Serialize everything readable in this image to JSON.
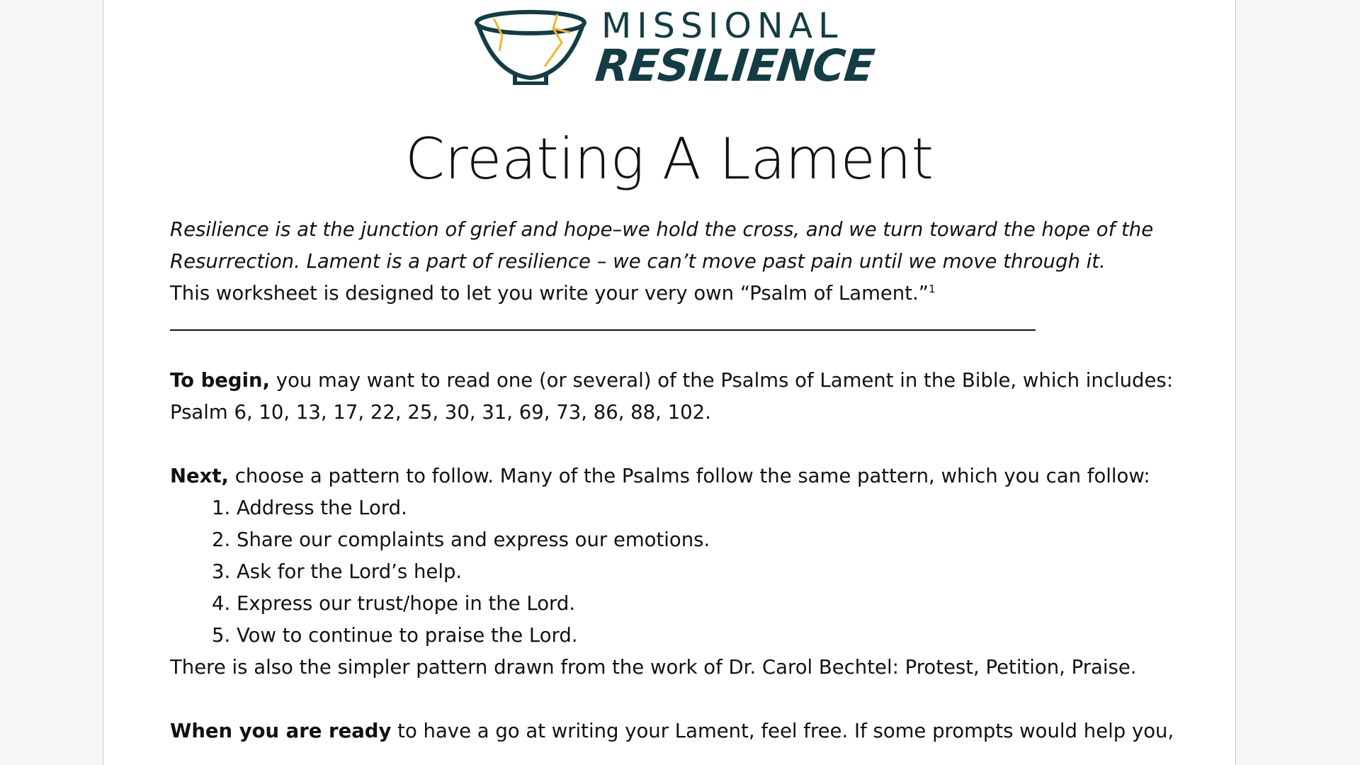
{
  "logo": {
    "word_top": "MISSIONAL",
    "word_bottom": "RESILIENCE",
    "colors": {
      "primary": "#143c44",
      "accent": "#f1b631"
    }
  },
  "title": "Creating A Lament",
  "intro": {
    "italic_line1": "Resilience is at the junction of grief and hope–we hold the cross, and we turn toward the hope of the",
    "italic_line2": "Resurrection.  Lament is a part of resilience – we can’t move past pain until  we move through it.",
    "normal_line": "This worksheet is designed to let you write your very own “Psalm of Lament.”",
    "footnote_marker": "1"
  },
  "begin": {
    "lead": "To begin,",
    "text": " you may want to read one (or several) of the Psalms of Lament in the Bible, which includes:",
    "line2": "Psalm 6, 10, 13, 17, 22, 25, 30, 31, 69, 73, 86, 88, 102."
  },
  "next": {
    "lead": "Next,",
    "text": " choose a pattern to follow.  Many of the Psalms follow the same pattern, which you can follow:",
    "steps": [
      "Address the Lord.",
      "Share our complaints and express our emotions.",
      "Ask for the Lord’s help.",
      "Express our trust/hope in the Lord.",
      "Vow to continue to praise the Lord."
    ],
    "simpler": "There is also the simpler pattern drawn from the work of Dr. Carol Bechtel: Protest, Petition, Praise."
  },
  "ready": {
    "lead": "When  you are ready",
    "text": " to have a go at writing your Lament, feel free.  If some prompts would help you,"
  }
}
